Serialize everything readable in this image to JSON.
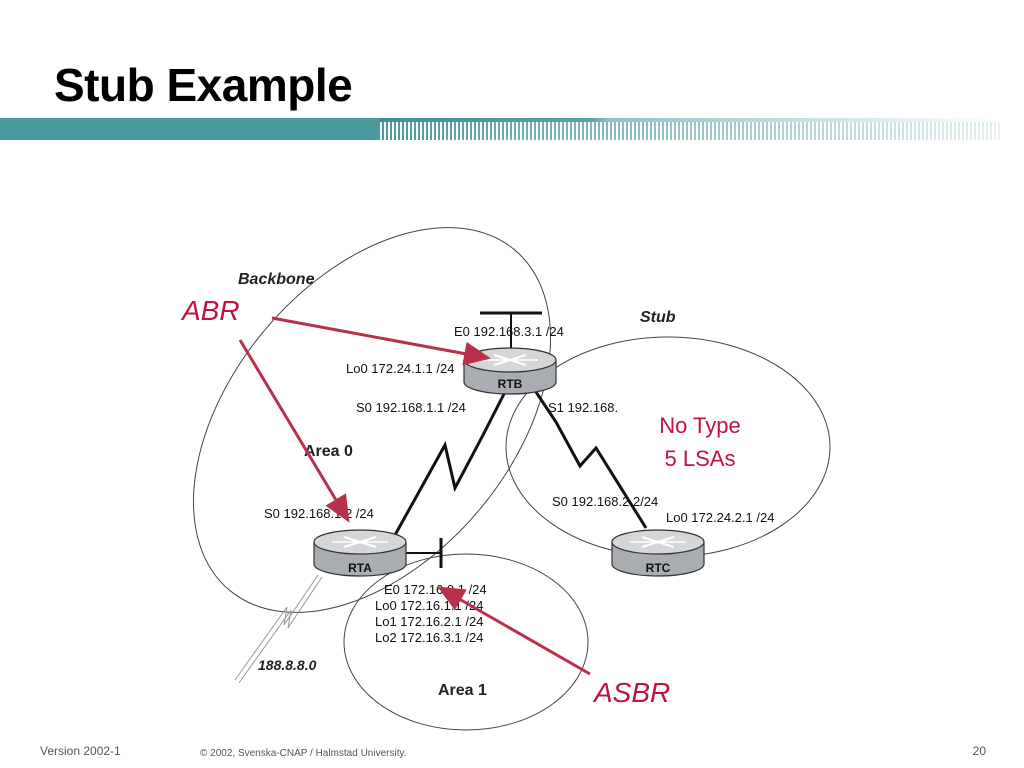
{
  "slide": {
    "title": "Stub Example",
    "footer_version": "Version 2002-1",
    "footer_copyright": "© 2002, Svenska-CNAP / Halmstad University.",
    "page_number": "20"
  },
  "labels": {
    "backbone": "Backbone",
    "stub": "Stub",
    "area0": "Area 0",
    "area1": "Area 1",
    "ext_net": "188.8.8.0"
  },
  "routers": {
    "rtb": "RTB",
    "rta": "RTA",
    "rtc": "RTC"
  },
  "interfaces": {
    "rtb_e0": "E0 192.168.3.1 /24",
    "rtb_lo0": "Lo0 172.24.1.1 /24",
    "rtb_s0": "S0 192.168.1.1 /24",
    "rtb_s1": "S1 192.168.",
    "rta_s0": "S0 192.168.1.2 /24",
    "rta_e0": "E0 172.16.0.1 /24",
    "rta_lo0": "Lo0 172.16.1.1 /24",
    "rta_lo1": "Lo1 172.16.2.1 /24",
    "rta_lo2": "Lo2 172.16.3.1 /24",
    "rtc_s0": "S0 192.168.2.2/24",
    "rtc_lo0": "Lo0 172.24.2.1 /24"
  },
  "callouts": {
    "abr": "ABR",
    "asbr": "ASBR",
    "no_type_line1": "No Type",
    "no_type_line2": "5 LSAs"
  },
  "colors": {
    "accent": "#c0143c",
    "arrow": "#b8304a",
    "bar_teal": "#4c9a9e",
    "router_fill": "#b9bcbf"
  }
}
